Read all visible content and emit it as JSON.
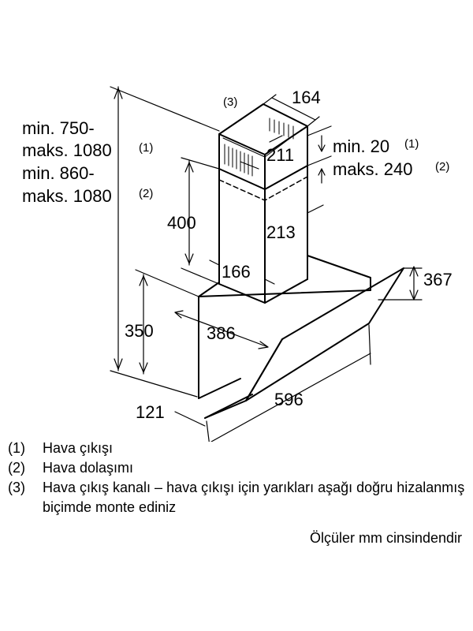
{
  "dimensions": {
    "chimney_width": "164",
    "chimney_height_range": [
      "min. 750-",
      "maks. 1080",
      "(1)",
      "min. 860-",
      "maks. 1080",
      "(2)"
    ],
    "outlet_note": "(3)",
    "vent_height": "211",
    "gap_min": "min. 20",
    "gap_min_ref": "(1)",
    "gap_max": "maks. 240",
    "gap_max_ref": "(2)",
    "lower_chimney_height": "400",
    "chimney_depth": "213",
    "chimney_inner": "166",
    "glass_height": "367",
    "body_height": "350",
    "depth_total": "386",
    "hood_width": "596",
    "base_depth": "121"
  },
  "legend": [
    {
      "num": "(1)",
      "text": "Hava çıkışı"
    },
    {
      "num": "(2)",
      "text": "Hava dolaşımı"
    },
    {
      "num": "(3)",
      "text": "Hava çıkış kanalı – hava çıkışı için yarıkları aşağı doğru hizalanmış biçimde monte ediniz"
    }
  ],
  "units_note": "Ölçüler mm cinsindendir"
}
